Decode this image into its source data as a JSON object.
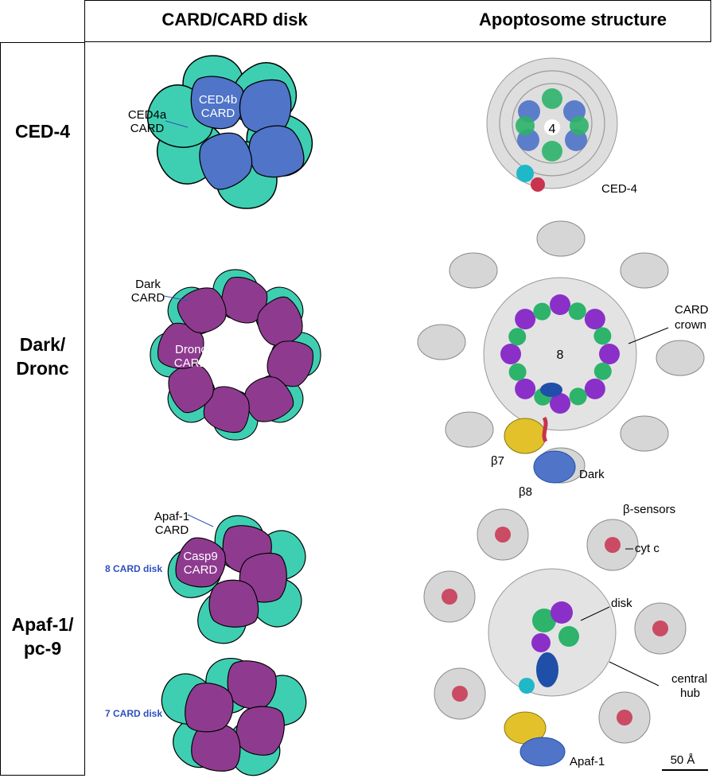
{
  "header": {
    "col1": "CARD/CARD disk",
    "col2": "Apoptosome structure"
  },
  "rows": [
    {
      "label_lines": [
        "CED-4"
      ]
    },
    {
      "label_lines": [
        "Dark/",
        "Dronc"
      ]
    },
    {
      "label_lines": [
        "Apaf-1/",
        "pc-9"
      ]
    }
  ],
  "disk1": {
    "outer_label": [
      "CED4a",
      "CARD"
    ],
    "inner_label": [
      "CED4b",
      "CARD"
    ]
  },
  "disk2": {
    "outer_label": [
      "Dark",
      "CARD"
    ],
    "inner_label": [
      "Dronc",
      "CARD"
    ]
  },
  "disk3": {
    "outer_label": [
      "Apaf-1",
      "CARD"
    ],
    "inner_label": [
      "Casp9",
      "CARD"
    ],
    "caption": "8 CARD disk"
  },
  "disk4": {
    "caption": "7 CARD disk"
  },
  "structures": {
    "ced4": {
      "center_number": "4",
      "name": "CED-4"
    },
    "dark": {
      "center_number": "8",
      "crown": [
        "CARD",
        "crown"
      ],
      "beta7": "β7",
      "beta8": "β8",
      "name": "Dark"
    },
    "apaf": {
      "sensors": "β-sensors",
      "cytc": "cyt c",
      "disk": "disk",
      "hub": [
        "central",
        "hub"
      ],
      "name": "Apaf-1",
      "scale": "50 Å"
    }
  },
  "colors": {
    "teal": "#3ecfb2",
    "blue": "#4f74c8",
    "purple": "#8e3b8f",
    "green": "#2db36a",
    "violet": "#8b2fc9",
    "red": "#c8334f",
    "gold": "#e3c12a",
    "navy": "#1f4fa8",
    "cyan": "#1fb8c8"
  }
}
